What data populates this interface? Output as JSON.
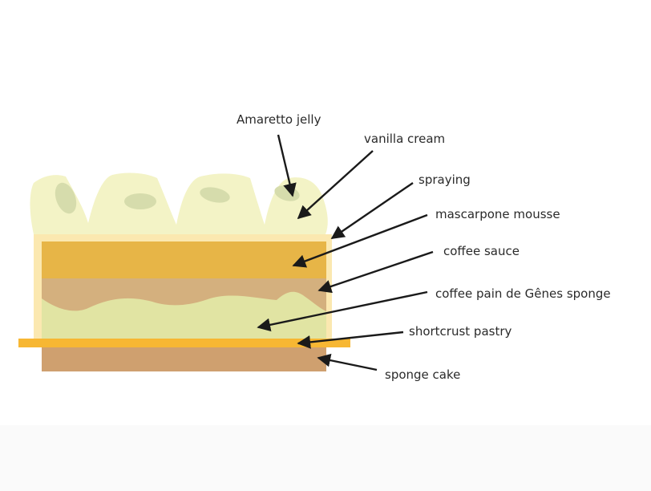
{
  "labels": {
    "amaretto_jelly": "Amaretto jelly",
    "vanilla_cream": "vanilla cream",
    "spraying": "spraying",
    "mascarpone_mousse": "mascarpone mousse",
    "coffee_sauce": "coffee sauce",
    "coffee_pain_de_genes_sponge": "coffee pain de Gênes sponge",
    "shortcrust_pastry": "shortcrust pastry",
    "sponge_cake": "sponge cake"
  },
  "colors": {
    "cream_top": "#f3f3c6",
    "jelly_spots": "#d6dcac",
    "spraying_frame": "#fbe8b0",
    "mascarpone_mousse": "#e7b547",
    "coffee_sauce": "#d4b07e",
    "pain_de_genes": "#e1e4a3",
    "shortcrust_pastry": "#f7b733",
    "sponge_cake": "#cfa06f",
    "arrow": "#1a1a1a"
  }
}
